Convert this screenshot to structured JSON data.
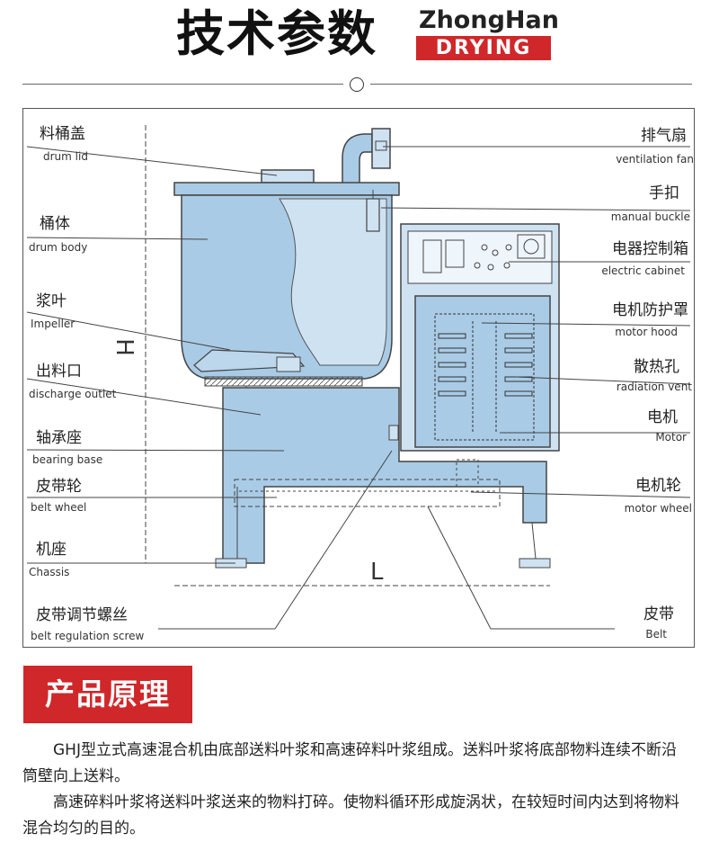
{
  "header": {
    "title": "技术参数",
    "brand_top": "ZhongHan",
    "brand_bottom": "DRYING"
  },
  "diagram": {
    "left_labels": [
      {
        "cn": "料桶盖",
        "en": "drum lid"
      },
      {
        "cn": "桶体",
        "en": "drum body"
      },
      {
        "cn": "浆叶",
        "en": "Impeller"
      },
      {
        "cn": "出料口",
        "en": "discharge outlet"
      },
      {
        "cn": "轴承座",
        "en": "bearing base"
      },
      {
        "cn": "皮带轮",
        "en": "belt wheel"
      },
      {
        "cn": "机座",
        "en": "Chassis"
      },
      {
        "cn": "皮带调节螺丝",
        "en": "belt regulation screw"
      }
    ],
    "right_labels": [
      {
        "cn": "排气扇",
        "en": "ventilation fan"
      },
      {
        "cn": "手扣",
        "en": "manual buckle"
      },
      {
        "cn": "电器控制箱",
        "en": "electric cabinet"
      },
      {
        "cn": "电机防护罩",
        "en": "motor hood"
      },
      {
        "cn": "散热孔",
        "en": "radiation vent"
      },
      {
        "cn": "电机",
        "en": "Motor"
      },
      {
        "cn": "电机轮",
        "en": "motor wheel"
      },
      {
        "cn": "皮带",
        "en": "Belt"
      }
    ],
    "dim_height": "H",
    "dim_length": "L",
    "colors": {
      "machine_fill": "#a9cbe6",
      "machine_fill_light": "#cfe2f2",
      "line": "#444444"
    }
  },
  "section": {
    "title": "产品原理",
    "paragraphs": [
      "GHJ型立式高速混合机由底部送料叶浆和高速碎料叶浆组成。送料叶浆将底部物料连续不断沿筒壁向上送料。",
      "高速碎料叶浆将送料叶浆送来的物料打碎。使物料循环形成旋涡状，在较短时间内达到将物料混合均匀的目的。"
    ]
  }
}
